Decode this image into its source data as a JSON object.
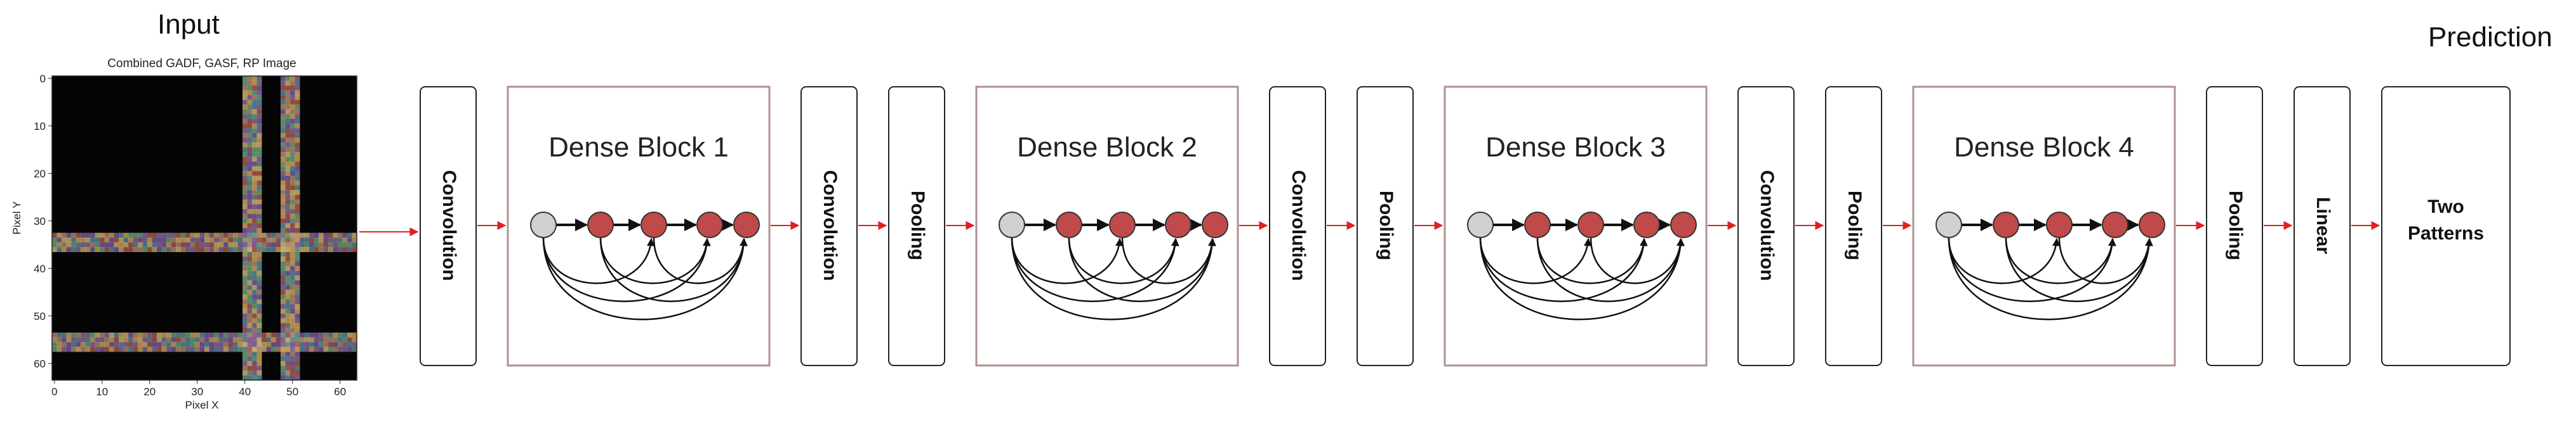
{
  "headers": {
    "input": "Input",
    "prediction": "Prediction"
  },
  "input_image": {
    "title": "Combined GADF, GASF, RP Image",
    "xlabel": "Pixel X",
    "ylabel": "Pixel Y",
    "xticks": [
      "0",
      "10",
      "20",
      "30",
      "40",
      "50",
      "60"
    ],
    "yticks": [
      "0",
      "10",
      "20",
      "30",
      "40",
      "50",
      "60"
    ]
  },
  "blocks": [
    {
      "kind": "layer",
      "label": "Convolution"
    },
    {
      "kind": "dense",
      "label": "Dense Block 1"
    },
    {
      "kind": "layer",
      "label": "Convolution"
    },
    {
      "kind": "layer",
      "label": "Pooling"
    },
    {
      "kind": "dense",
      "label": "Dense Block 2"
    },
    {
      "kind": "layer",
      "label": "Convolution"
    },
    {
      "kind": "layer",
      "label": "Pooling"
    },
    {
      "kind": "dense",
      "label": "Dense Block 3"
    },
    {
      "kind": "layer",
      "label": "Convolution"
    },
    {
      "kind": "layer",
      "label": "Pooling"
    },
    {
      "kind": "dense",
      "label": "Dense Block 4"
    },
    {
      "kind": "layer",
      "label": "Pooling"
    },
    {
      "kind": "layer",
      "label": "Linear"
    }
  ],
  "output": {
    "line1": "Two",
    "line2": "Patterns"
  },
  "colors": {
    "arrow": "#e02020",
    "node_light": "#d0d0d0",
    "node_dark": "#c04a4a",
    "box_border": "#222222"
  }
}
